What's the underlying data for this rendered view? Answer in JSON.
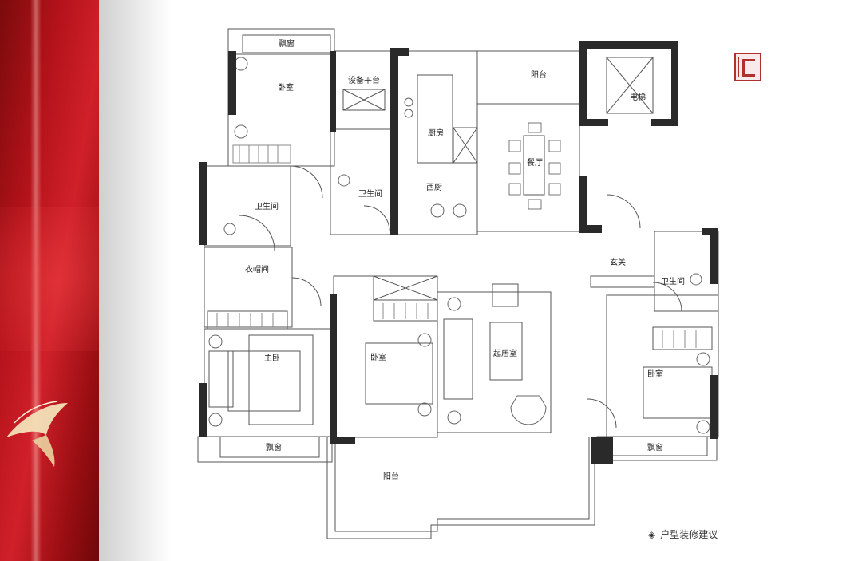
{
  "rooms": {
    "bay_window_top": "飘窗",
    "bedroom_nw": "卧室",
    "equipment_platform": "设备平台",
    "kitchen": "厨房",
    "balcony_top": "阳台",
    "elevator": "电梯",
    "dining": "餐厅",
    "western_kitchen": "西厨",
    "bathroom_w": "卫生间",
    "bathroom_c": "卫生间",
    "cloakroom": "衣帽间",
    "entrance": "玄关",
    "bathroom_e": "卫生间",
    "master_bedroom": "主卧",
    "bedroom_c": "卧室",
    "living_room": "起居室",
    "bedroom_e": "卧室",
    "bay_window_bl": "飘窗",
    "bay_window_br": "飘窗",
    "balcony_bottom": "阳台"
  },
  "caption": {
    "mark": "◈",
    "text": "户型装修建议"
  },
  "colors": {
    "banner_red": "#b3121a",
    "wall": "#2a2a2a",
    "seal": "#b0302d"
  }
}
